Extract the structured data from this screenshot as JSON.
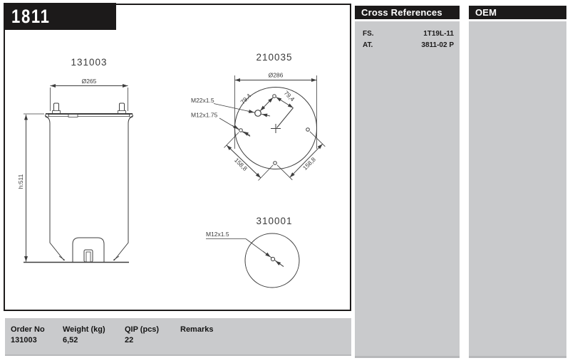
{
  "colors": {
    "header_bg": "#1c1a1a",
    "panel_bg": "#c9cacc"
  },
  "part_box": {
    "number": "1811"
  },
  "drawings": {
    "side_view": {
      "part_no": "131003",
      "dim_diameter": "Ø265",
      "dim_height": "h:511"
    },
    "top_view": {
      "part_no": "210035",
      "dim_diameter": "Ø286",
      "dim_left": "79.4",
      "dim_right": "79,4",
      "thread_large": "M22x1.5",
      "thread_small": "M12x1.75",
      "dim_lower_left": "158,8",
      "dim_lower_right": "158,8"
    },
    "bottom_view": {
      "part_no": "310001",
      "thread": "M12x1.5"
    }
  },
  "cross_references": {
    "title": "Cross References",
    "rows": [
      {
        "label": "FS.",
        "value": "1T19L-11"
      },
      {
        "label": "AT.",
        "value": "3811-02 P"
      }
    ]
  },
  "oem": {
    "title": "OEM",
    "rows": []
  },
  "order_table": {
    "headers": [
      "Order No",
      "Weight (kg)",
      "QIP (pcs)",
      "Remarks"
    ],
    "rows": [
      [
        "131003",
        "6,52",
        "22",
        ""
      ]
    ]
  }
}
